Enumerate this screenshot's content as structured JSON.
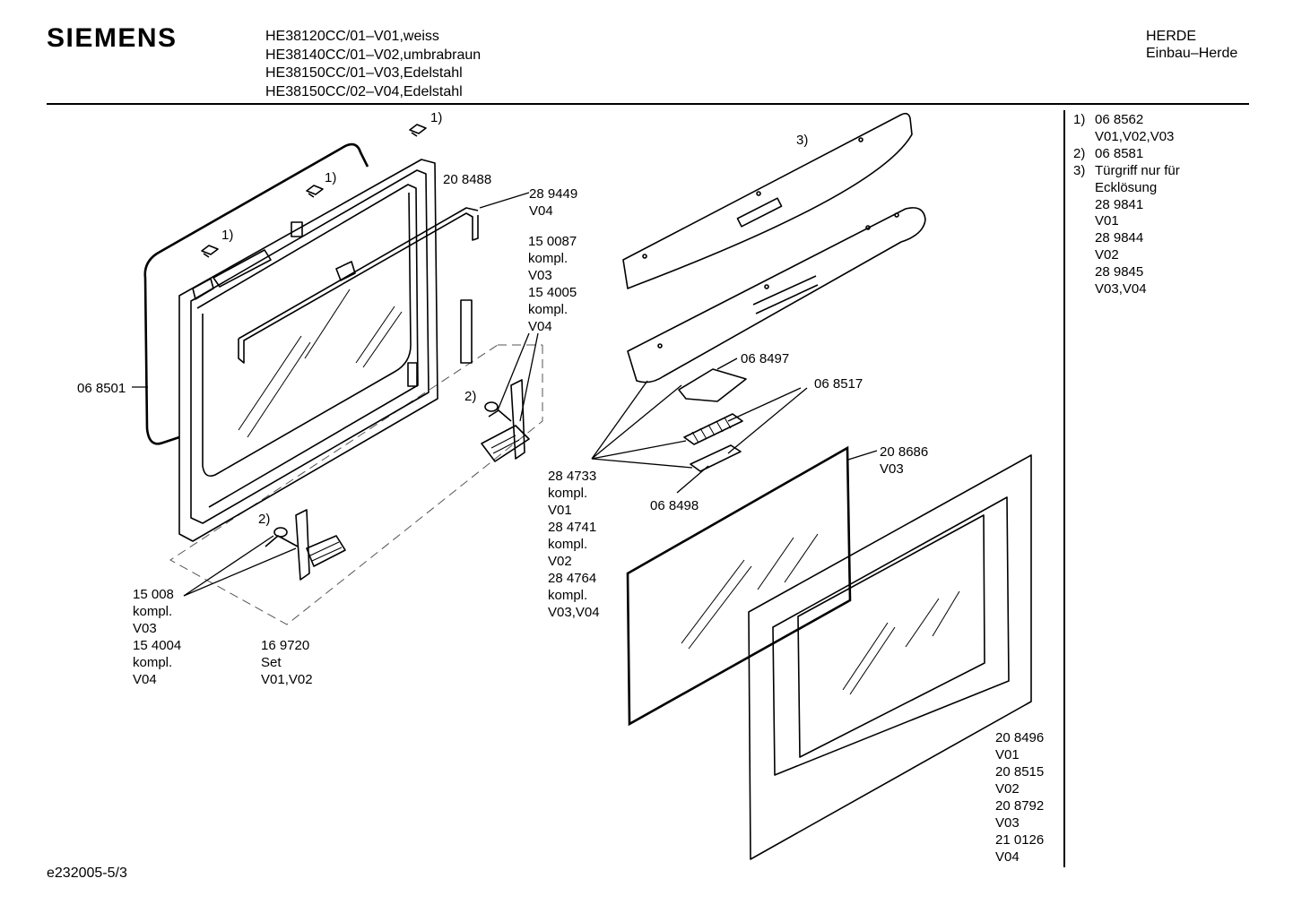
{
  "header": {
    "brand": "SIEMENS",
    "models": [
      "HE38120CC/01–V01,weiss",
      "HE38140CC/01–V02,umbrabraun",
      "HE38150CC/01–V03,Edelstahl",
      "HE38150CC/02–V04,Edelstahl"
    ],
    "category": [
      "HERDE",
      "Einbau–Herde"
    ]
  },
  "notes": [
    {
      "num": "1)",
      "lines": [
        "06 8562",
        "V01,V02,V03"
      ]
    },
    {
      "num": "2)",
      "lines": [
        "06 8581"
      ]
    },
    {
      "num": "3)",
      "lines": [
        "Türgriff nur für",
        "Ecklösung",
        "28 9841",
        "V01",
        "28 9844",
        "V02",
        "28 9845",
        "V03,V04"
      ]
    }
  ],
  "labels": {
    "seal": [
      "06 8501"
    ],
    "frame": [
      "20 8488"
    ],
    "bracket": [
      "28 9449",
      "V04"
    ],
    "hinge_right": [
      "15 0087",
      "kompl.",
      "V03",
      "15 4005",
      "kompl.",
      "V04"
    ],
    "hinge_left": [
      "15 008",
      "kompl.",
      "V03",
      "15 4004",
      "kompl.",
      "V04"
    ],
    "set": [
      "16 9720",
      "Set",
      "V01,V02"
    ],
    "handle_parts": [
      "28 4733",
      "kompl.",
      "V01",
      "28 4741",
      "kompl.",
      "V02",
      "28 4764",
      "kompl.",
      "V03,V04"
    ],
    "cap": [
      "06 8497"
    ],
    "clip": [
      "06 8517"
    ],
    "strip": [
      "06 8498"
    ],
    "inner_glass": [
      "20 8686",
      "V03"
    ],
    "outer_glass": [
      "20 8496",
      "V01",
      "20 8515",
      "V02",
      "20 8792",
      "V03",
      "21 0126",
      "V04"
    ]
  },
  "callouts": {
    "one": "1)",
    "two": "2)",
    "three": "3)"
  },
  "footer": {
    "reference": "e232005-5/3"
  }
}
